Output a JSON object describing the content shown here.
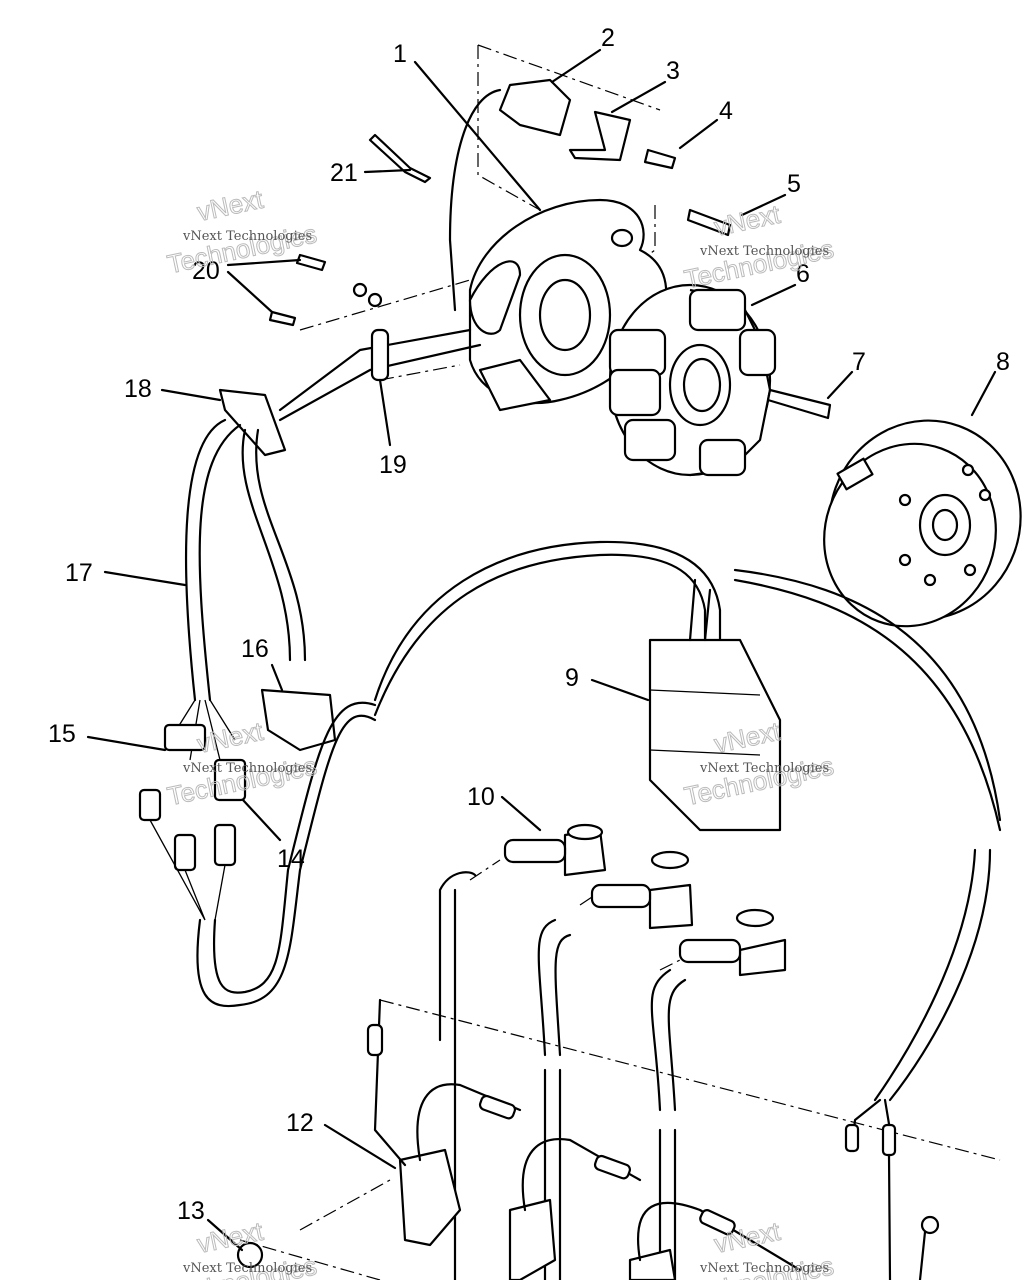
{
  "diagram": {
    "title": "Ignition / Stator Exploded View",
    "callouts": [
      {
        "id": "1",
        "label": "1"
      },
      {
        "id": "2",
        "label": "2"
      },
      {
        "id": "3",
        "label": "3"
      },
      {
        "id": "4",
        "label": "4"
      },
      {
        "id": "5",
        "label": "5"
      },
      {
        "id": "6",
        "label": "6"
      },
      {
        "id": "7",
        "label": "7"
      },
      {
        "id": "8",
        "label": "8"
      },
      {
        "id": "9",
        "label": "9"
      },
      {
        "id": "10",
        "label": "10"
      },
      {
        "id": "12",
        "label": "12"
      },
      {
        "id": "13",
        "label": "13"
      },
      {
        "id": "14",
        "label": "14"
      },
      {
        "id": "15",
        "label": "15"
      },
      {
        "id": "16",
        "label": "16"
      },
      {
        "id": "17",
        "label": "17"
      },
      {
        "id": "18",
        "label": "18"
      },
      {
        "id": "19",
        "label": "19"
      },
      {
        "id": "20",
        "label": "20"
      },
      {
        "id": "21",
        "label": "21"
      }
    ],
    "watermark": {
      "small": "vNext Technologies",
      "big_top": "vNext",
      "big_bottom": "Technologies"
    }
  }
}
